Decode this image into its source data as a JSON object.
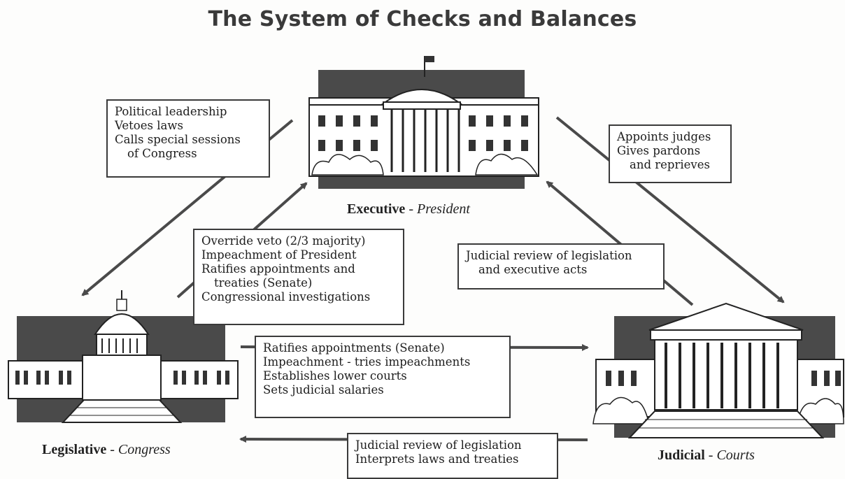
{
  "title": "The System of Checks and Balances",
  "branches": {
    "executive": {
      "name": "Executive",
      "separator": " - ",
      "sub": "President"
    },
    "legislative": {
      "name": "Legislative",
      "separator": " - ",
      "sub": "Congress"
    },
    "judicial": {
      "name": "Judicial",
      "separator": " - ",
      "sub": "Courts"
    }
  },
  "boxes": {
    "exec_to_leg": [
      "Political leadership",
      "Vetoes laws",
      "Calls special sessions",
      "of Congress"
    ],
    "exec_to_jud": [
      "Appoints judges",
      "Gives pardons",
      "and reprieves"
    ],
    "leg_to_exec": [
      "Override veto (2/3 majority)",
      "Impeachment of President",
      "Ratifies appointments and",
      "treaties (Senate)",
      "Congressional investigations"
    ],
    "jud_to_exec": [
      "Judicial review of legislation",
      "and executive acts"
    ],
    "leg_to_jud": [
      "Ratifies appointments (Senate)",
      "Impeachment - tries impeachments",
      "Establishes lower courts",
      "Sets judicial salaries"
    ],
    "jud_to_leg": [
      "Judicial review of legislation",
      "Interprets laws and treaties"
    ]
  }
}
